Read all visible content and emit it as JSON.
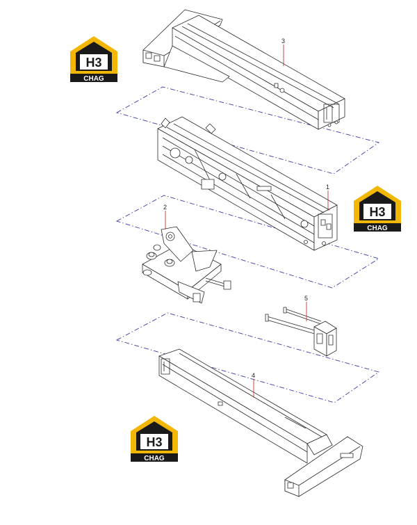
{
  "callouts": [
    {
      "id": "part-3",
      "label": "3"
    },
    {
      "id": "part-1",
      "label": "1"
    },
    {
      "id": "part-2",
      "label": "2"
    },
    {
      "id": "part-5",
      "label": "5"
    },
    {
      "id": "part-4",
      "label": "4"
    }
  ],
  "watermark": {
    "mark": "H3",
    "caption": "CHAG"
  },
  "colors": {
    "line": "#2a2a2a",
    "leader": "#c0392b",
    "dashdot": "#3a3aa8",
    "logo_yellow": "#f2b705",
    "logo_black": "#1a1a1a"
  }
}
